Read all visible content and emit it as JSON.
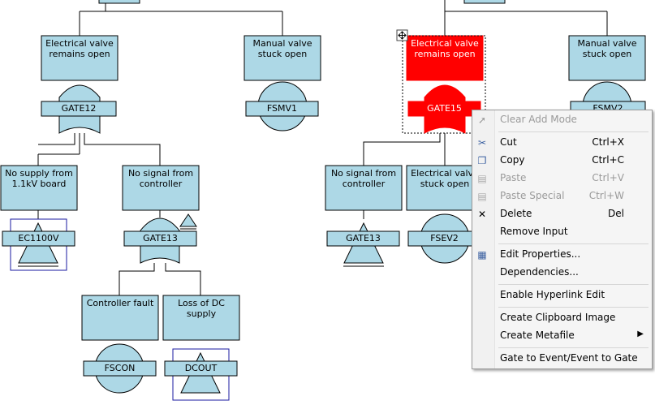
{
  "diagram": {
    "nodes": [
      {
        "id": "n1",
        "label": "Electrical valve\nremains open",
        "tag": "GATE12"
      },
      {
        "id": "n2",
        "label": "Manual valve\nstuck open",
        "tag": "FSMV1"
      },
      {
        "id": "n3",
        "label": "No supply from\n1.1kV board",
        "tag": "EC1100V"
      },
      {
        "id": "n4",
        "label": "No signal from\ncontroller",
        "tag": "GATE13"
      },
      {
        "id": "n5",
        "label": "Controller fault",
        "tag": "FSCON"
      },
      {
        "id": "n6",
        "label": "Loss of DC\nsupply",
        "tag": "DCOUT"
      },
      {
        "id": "n7",
        "label": "Electrical valve\nremains open",
        "tag": "GATE15"
      },
      {
        "id": "n8",
        "label": "Manual valve\nstuck open",
        "tag": "FSMV2"
      },
      {
        "id": "n9",
        "label": "No signal from\ncontroller",
        "tag": "GATE13"
      },
      {
        "id": "n10",
        "label": "Electrical valve\nstuck open",
        "tag": "FSEV2"
      }
    ],
    "selected_fill": "#ff0000",
    "node_fill": "#add8e6"
  },
  "menu": {
    "items": [
      {
        "label": "Clear Add Mode",
        "shortcut": "",
        "disabled": true,
        "icon": "cursor-arrow-icon"
      },
      {
        "label": "Cut",
        "shortcut": "Ctrl+X",
        "disabled": false,
        "icon": "scissors-icon"
      },
      {
        "label": "Copy",
        "shortcut": "Ctrl+C",
        "disabled": false,
        "icon": "copy-icon"
      },
      {
        "label": "Paste",
        "shortcut": "Ctrl+V",
        "disabled": true,
        "icon": "paste-icon"
      },
      {
        "label": "Paste Special",
        "shortcut": "Ctrl+W",
        "disabled": true,
        "icon": "paste-special-icon"
      },
      {
        "label": "Delete",
        "shortcut": "Del",
        "disabled": false,
        "icon": "delete-x-icon"
      },
      {
        "label": "Remove Input",
        "shortcut": "",
        "disabled": false,
        "icon": ""
      },
      {
        "label": "Edit Properties...",
        "shortcut": "",
        "disabled": false,
        "icon": "properties-icon"
      },
      {
        "label": "Dependencies...",
        "shortcut": "",
        "disabled": false,
        "icon": ""
      },
      {
        "label": "Enable Hyperlink Edit",
        "shortcut": "",
        "disabled": false,
        "icon": ""
      },
      {
        "label": "Create Clipboard Image",
        "shortcut": "",
        "disabled": false,
        "icon": ""
      },
      {
        "label": "Create Metafile",
        "shortcut": "",
        "disabled": false,
        "icon": "",
        "submenu": true
      },
      {
        "label": "Gate to Event/Event to Gate",
        "shortcut": "",
        "disabled": false,
        "icon": ""
      }
    ]
  }
}
